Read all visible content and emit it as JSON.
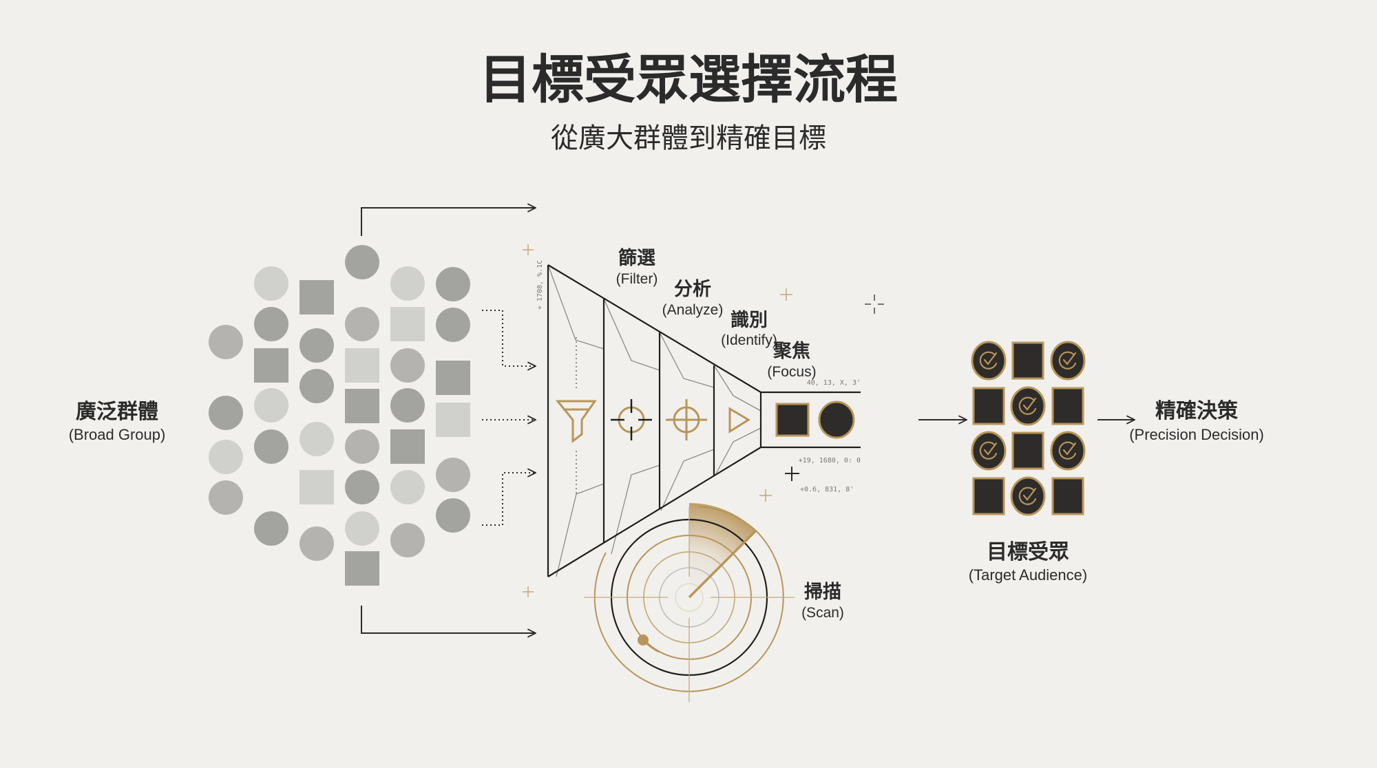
{
  "header": {
    "title": "目標受眾選擇流程",
    "subtitle": "從廣大群體到精確目標"
  },
  "broad_group": {
    "zh": "廣泛群體",
    "en": "(Broad Group)"
  },
  "stages": [
    {
      "zh": "篩選",
      "en": "(Filter)",
      "icon": "funnel-icon"
    },
    {
      "zh": "分析",
      "en": "(Analyze)",
      "icon": "crosshair-icon"
    },
    {
      "zh": "識別",
      "en": "(Identify)",
      "icon": "target-icon"
    },
    {
      "zh": "聚焦",
      "en": "(Focus)",
      "icon": "play-triangle-icon"
    }
  ],
  "scan": {
    "zh": "掃描",
    "en": "(Scan)"
  },
  "target_audience": {
    "zh": "目標受眾",
    "en": "(Target Audience)"
  },
  "precision_decision": {
    "zh": "精確決策",
    "en": "(Precision Decision)"
  },
  "readouts": {
    "vertical": "+ 1708, %.1C",
    "top_right": "40, 13, X, 3'",
    "bottom_right": "+19, 1680, 0: 0",
    "lower": "+0.6, 831, 8'"
  },
  "colors": {
    "background": "#f1f0ec",
    "ink": "#2b2b2b",
    "gold": "#b8955a",
    "shape_dark": "#a3a3a0",
    "shape_mid": "#b4b3b0",
    "shape_light": "#d0d0cd"
  }
}
